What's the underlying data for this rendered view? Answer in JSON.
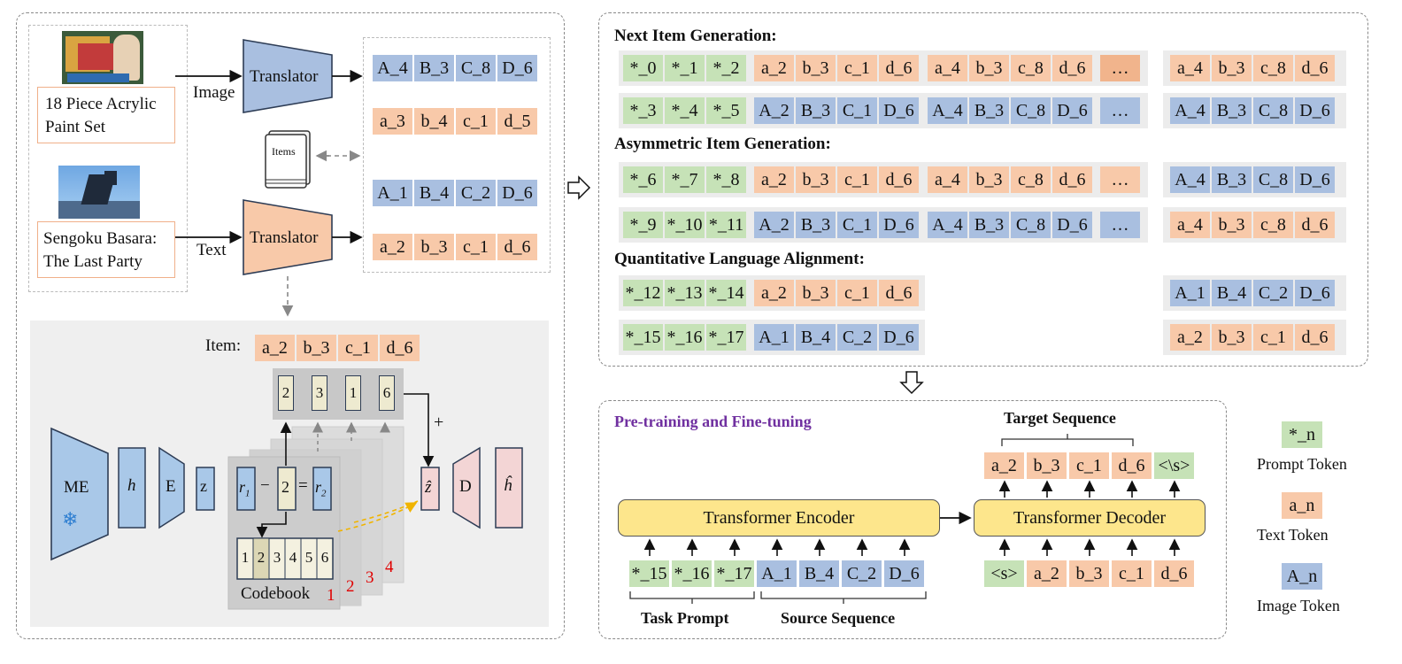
{
  "left": {
    "product1": "18 Piece Acrylic Paint Set",
    "product1_lines": [
      "18 Piece Acrylic",
      "Paint Set"
    ],
    "product2_lines": [
      "Sengoku Basara:",
      "The Last Party"
    ],
    "image_label": "Image",
    "text_label": "Text",
    "translator_label": "Translator",
    "items_label": "Items",
    "image_tokens_1": [
      "A_4",
      "B_3",
      "C_8",
      "D_6"
    ],
    "text_tokens_1": [
      "a_3",
      "b_4",
      "c_1",
      "d_5"
    ],
    "image_tokens_2": [
      "A_1",
      "B_4",
      "C_2",
      "D_6"
    ],
    "text_tokens_2": [
      "a_2",
      "b_3",
      "c_1",
      "d_6"
    ],
    "item_label": "Item:",
    "item_tokens": [
      "a_2",
      "b_3",
      "c_1",
      "d_6"
    ],
    "code_values": [
      "2",
      "3",
      "1",
      "6"
    ],
    "codebook_cells": [
      "1",
      "2",
      "3",
      "4",
      "5",
      "6"
    ],
    "codebook_label": "Codebook",
    "layer_numbers": [
      "1",
      "2",
      "3",
      "4"
    ],
    "me_label": "ME",
    "h_label": "h",
    "e_label": "E",
    "z_label": "z",
    "d_label": "D",
    "plus": "+",
    "residual": {
      "r1": "r",
      "sub1": "1",
      "minus": "−",
      "val": "2",
      "eq": "=",
      "r2": "r",
      "sub2": "2"
    },
    "zhat": "ẑ",
    "hhat": "ĥ"
  },
  "right": {
    "next_title": "Next Item Generation:",
    "asym_title": "Asymmetric Item Generation:",
    "qla_title": "Quantitative Language Alignment:",
    "rows": [
      {
        "prompts": [
          "*_0",
          "*_1",
          "*_2"
        ],
        "seq1": [
          "a_2",
          "b_3",
          "c_1",
          "d_6"
        ],
        "seq2": [
          "a_4",
          "b_3",
          "c_8",
          "d_6"
        ],
        "dots": "…",
        "target": [
          "a_4",
          "b_3",
          "c_8",
          "d_6"
        ]
      },
      {
        "prompts": [
          "*_3",
          "*_4",
          "*_5"
        ],
        "seq1": [
          "A_2",
          "B_3",
          "C_1",
          "D_6"
        ],
        "seq2": [
          "A_4",
          "B_3",
          "C_8",
          "D_6"
        ],
        "dots": "…",
        "target": [
          "A_4",
          "B_3",
          "C_8",
          "D_6"
        ]
      },
      {
        "prompts": [
          "*_6",
          "*_7",
          "*_8"
        ],
        "seq1": [
          "a_2",
          "b_3",
          "c_1",
          "d_6"
        ],
        "seq2": [
          "a_4",
          "b_3",
          "c_8",
          "d_6"
        ],
        "dots": "…",
        "target": [
          "A_4",
          "B_3",
          "C_8",
          "D_6"
        ]
      },
      {
        "prompts": [
          "*_9",
          "*_10",
          "*_11"
        ],
        "seq1": [
          "A_2",
          "B_3",
          "C_1",
          "D_6"
        ],
        "seq2": [
          "A_4",
          "B_3",
          "C_8",
          "D_6"
        ],
        "dots": "…",
        "target": [
          "a_4",
          "b_3",
          "c_8",
          "d_6"
        ]
      },
      {
        "prompts": [
          "*_12",
          "*_13",
          "*_14"
        ],
        "seq1": [
          "a_2",
          "b_3",
          "c_1",
          "d_6"
        ],
        "target": [
          "A_1",
          "B_4",
          "C_2",
          "D_6"
        ]
      },
      {
        "prompts": [
          "*_15",
          "*_16",
          "*_17"
        ],
        "seq1": [
          "A_1",
          "B_4",
          "C_2",
          "D_6"
        ],
        "target": [
          "a_2",
          "b_3",
          "c_1",
          "d_6"
        ]
      }
    ]
  },
  "pretrain": {
    "title": "Pre-training and Fine-tuning",
    "encoder": "Transformer Encoder",
    "decoder": "Transformer Decoder",
    "target_seq_label": "Target Sequence",
    "target_tokens": [
      "a_2",
      "b_3",
      "c_1",
      "d_6",
      "<\\s>"
    ],
    "dec_inputs": [
      "<s>",
      "a_2",
      "b_3",
      "c_1",
      "d_6"
    ],
    "enc_prompts": [
      "*_15",
      "*_16",
      "*_17"
    ],
    "enc_source": [
      "A_1",
      "B_4",
      "C_2",
      "D_6"
    ],
    "task_prompt_label": "Task Prompt",
    "source_seq_label": "Source Sequence"
  },
  "legend": [
    {
      "token": "*_n",
      "label": "Prompt Token",
      "color": "#c6e2b7"
    },
    {
      "token": "a_n",
      "label": "Text Token",
      "color": "#f8c9a9"
    },
    {
      "token": "A_n",
      "label": "Image Token",
      "color": "#a9bfe0"
    }
  ],
  "colors": {
    "prompt": "#c6e2b7",
    "text": "#f8c9a9",
    "image": "#a9bfe0",
    "transformer": "#fde68c",
    "title_purple": "#7030a0"
  }
}
